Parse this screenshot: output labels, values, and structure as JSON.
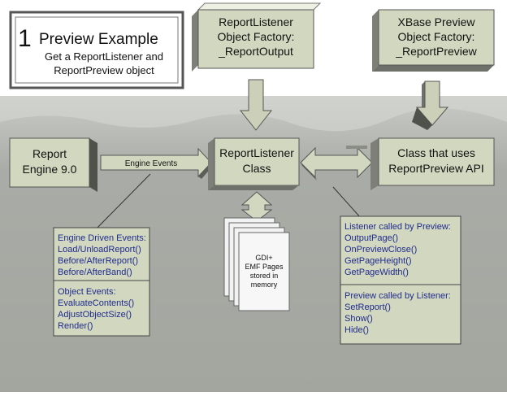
{
  "title_box": {
    "number": "1",
    "title": "Preview Example",
    "subtitle_line1": "Get a ReportListener and",
    "subtitle_line2": "ReportPreview object"
  },
  "factory_left": {
    "line1": "ReportListener",
    "line2": "Object Factory:",
    "line3": "_ReportOutput"
  },
  "factory_right": {
    "line1": "XBase Preview",
    "line2": "Object Factory:",
    "line3": "_ReportPreview"
  },
  "report_engine": {
    "line1": "Report",
    "line2": "Engine 9.0"
  },
  "engine_events_label": "Engine Events",
  "listener_class": {
    "line1": "ReportListener",
    "line2": "Class"
  },
  "preview_api": {
    "line1": "Class that uses",
    "line2": "ReportPreview API"
  },
  "pages": {
    "line1": "GDI+",
    "line2": "EMF Pages",
    "line3": "stored in",
    "line4": "memory"
  },
  "engine_driven": {
    "header": "Engine Driven Events:",
    "items": [
      "Load/UnloadReport()",
      "Before/AfterReport()",
      "Before/AfterBand()"
    ]
  },
  "object_events": {
    "header": "Object Events:",
    "items": [
      "EvaluateContents()",
      "AdjustObjectSize()",
      "Render()"
    ]
  },
  "listener_called": {
    "header": "Listener called by Preview:",
    "items": [
      "OutputPage()",
      "OnPreviewClose()",
      "GetPageHeight()",
      "GetPageWidth()"
    ]
  },
  "preview_called": {
    "header": "Preview called by Listener:",
    "items": [
      "SetReport()",
      "Show()",
      "Hide()"
    ]
  },
  "colors": {
    "box_fill": "#d2d8c0",
    "box_border": "#555555",
    "link_text": "#1f2a8c",
    "background": "#a6a9a2"
  }
}
